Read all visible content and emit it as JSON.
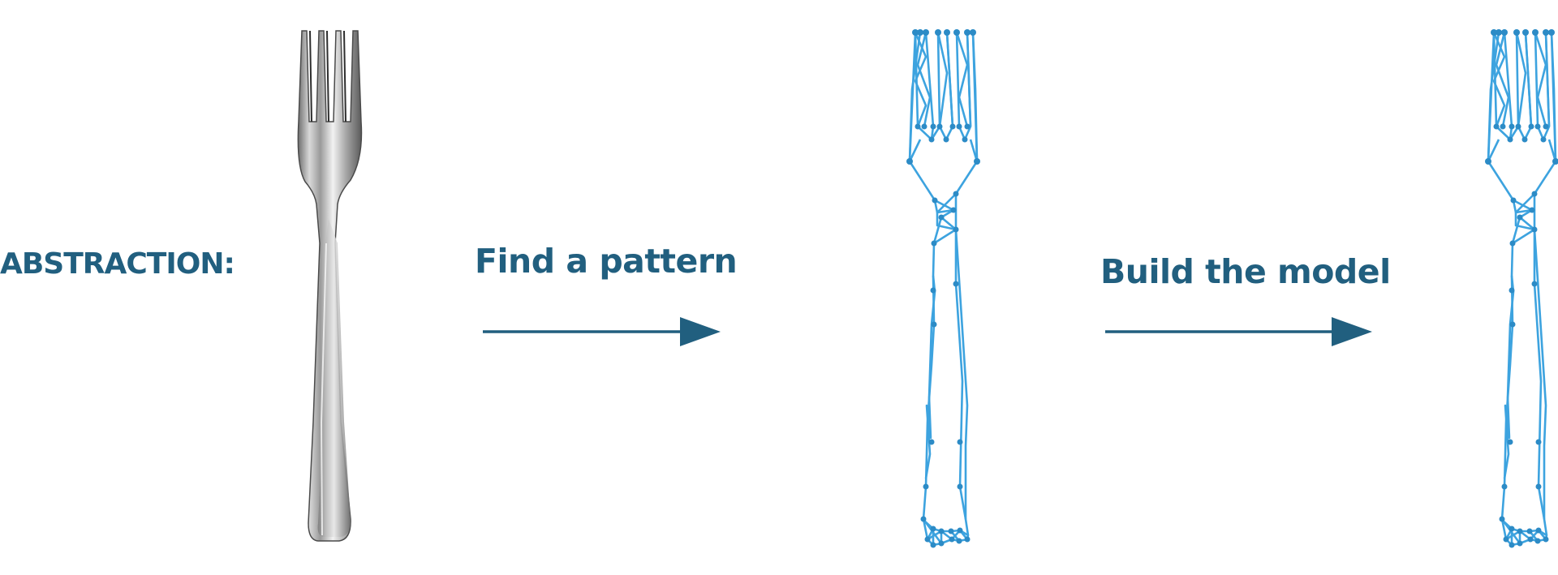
{
  "title_label": "ABSTRACTION:",
  "steps": [
    {
      "label": "Find a pattern"
    },
    {
      "label": "Build the model"
    }
  ],
  "colors": {
    "label": "#215f7f",
    "arrow": "#215f7f",
    "wireframe": "#3da3df",
    "wireframe_node": "#2c8bc6"
  },
  "panels": [
    {
      "content": "fork-photo"
    },
    {
      "content": "fork-wireframe"
    },
    {
      "content": "fork-wireframe-model"
    }
  ]
}
